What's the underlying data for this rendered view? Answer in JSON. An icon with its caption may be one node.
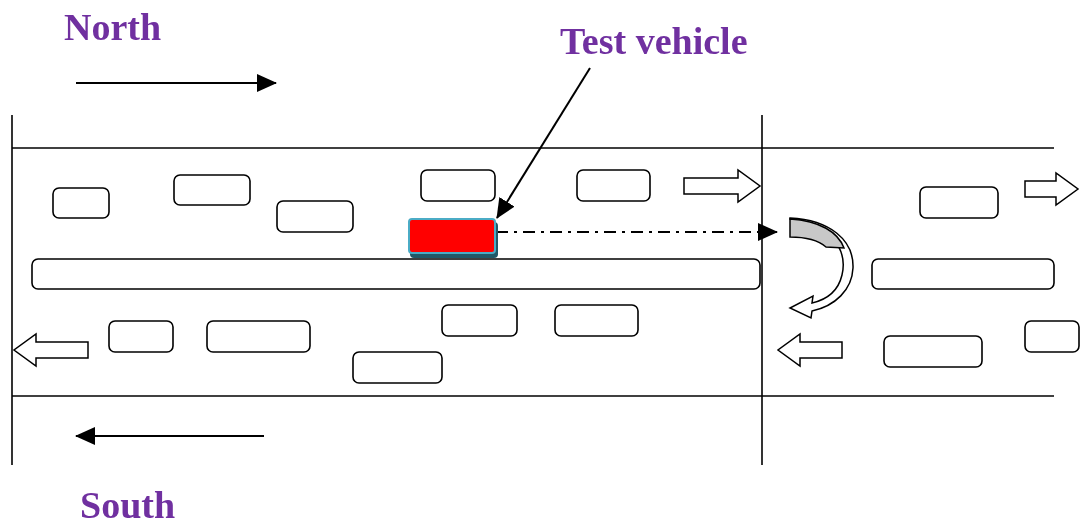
{
  "diagram": {
    "nodes": [
      {
        "text": [
          "Test vehicle"
        ]
      },
      {
        "text": [],
        "shape": "box"
      }
    ],
    "edges": [
      {
        "from": 0,
        "to": 1,
        "arrow": "to"
      },
      {
        "from": 1,
        "to": null,
        "arrow": "to",
        "style": "dashed"
      }
    ],
    "labels": [
      "North",
      "South"
    ]
  }
}
